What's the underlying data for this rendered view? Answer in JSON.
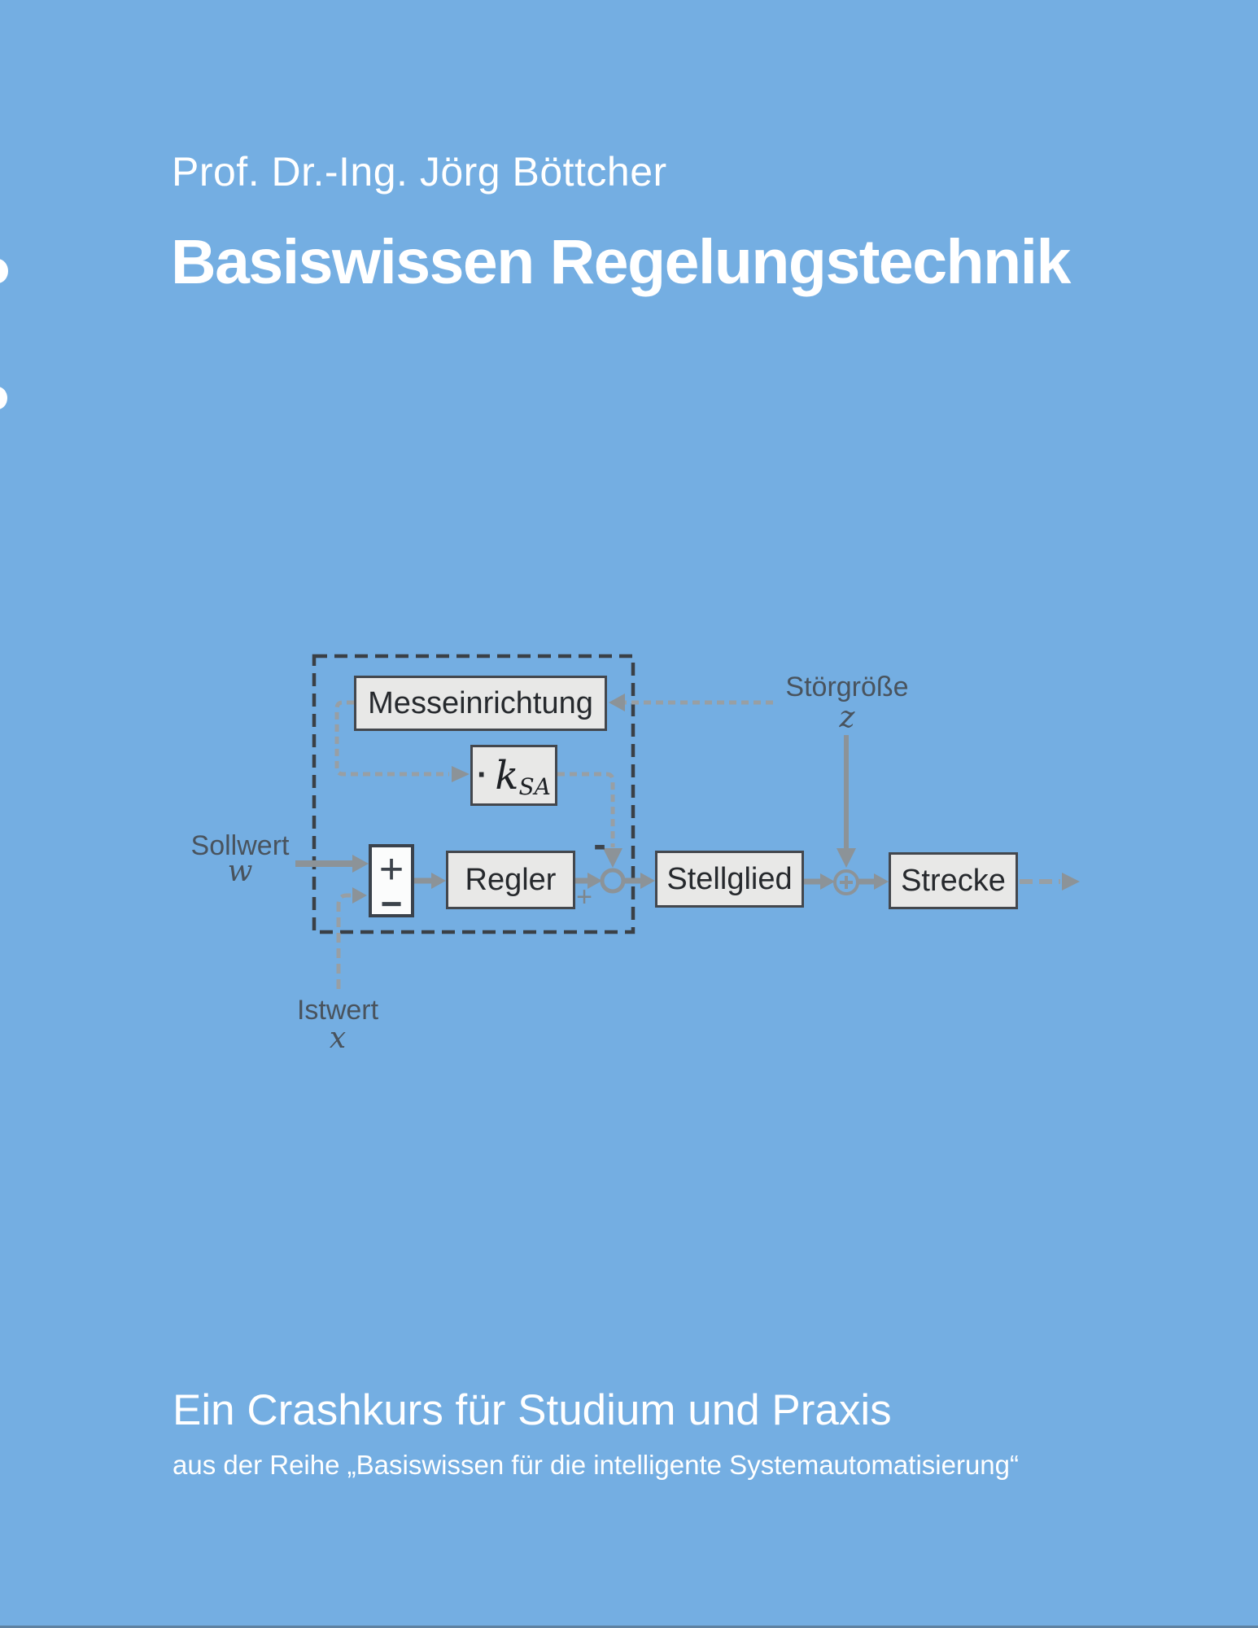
{
  "cover": {
    "author": "Prof. Dr.-Ing. Jörg Böttcher",
    "title": "Basiswissen Regelungstechnik",
    "subtitle": "Ein Crashkurs für Studium und Praxis",
    "series_note": "aus der Reihe „Basiswissen für die intelligente Systemautomatisierung“"
  },
  "diagram": {
    "blocks": {
      "messeinrichtung": "Messeinrichtung",
      "ksa": {
        "dot": "·",
        "base": "k",
        "subscript": "SA"
      },
      "regler": "Regler",
      "stellglied": "Stellglied",
      "strecke": "Strecke"
    },
    "comparator": {
      "plus": "+",
      "minus": "−"
    },
    "junction": {
      "minus": "-",
      "plus": "+"
    },
    "signals": {
      "sollwert": {
        "label": "Sollwert",
        "symbol": "w"
      },
      "istwert": {
        "label": "Istwert",
        "symbol": "x"
      },
      "stoergroesse": {
        "label": "Störgröße",
        "symbol": "z"
      }
    }
  },
  "colors": {
    "background": "#74aee2",
    "text_white": "#ffffff",
    "block_fill": "#e8e8e7",
    "block_border": "#43474d",
    "comparator_fill": "#fbfcfc",
    "dashed_frame": "#3a4046",
    "arrow_gray": "#8c9398",
    "dashed_line_gray": "#989fa4",
    "signal_label_gray": "#49535d",
    "block_text": "#26292d"
  }
}
